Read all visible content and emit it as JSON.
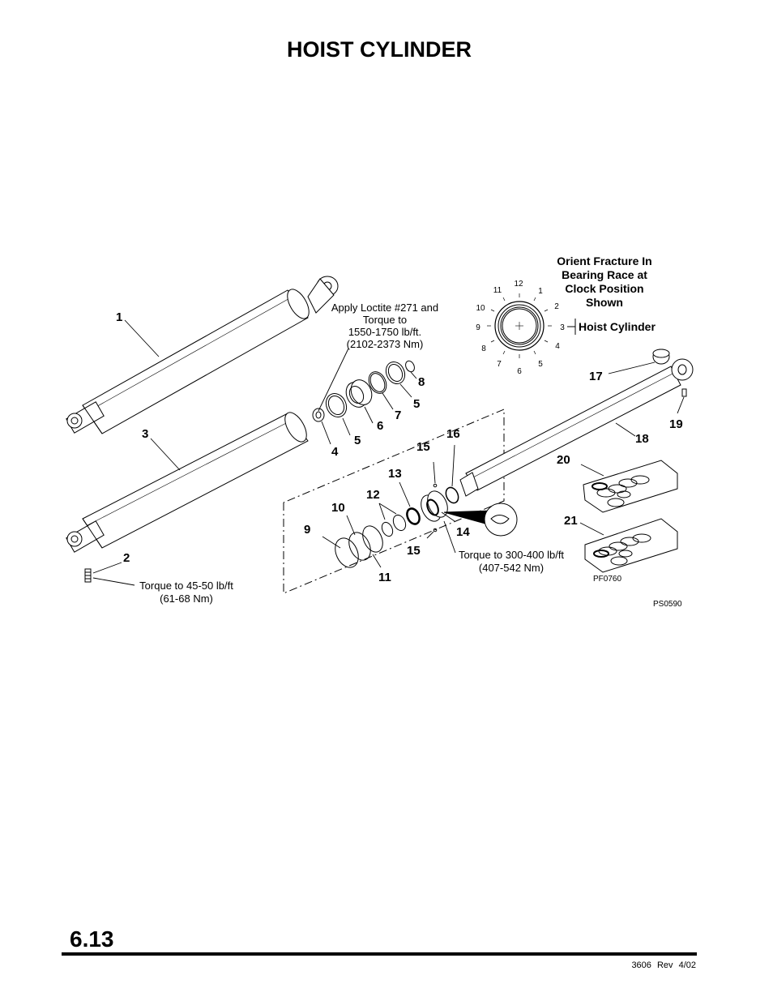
{
  "page": {
    "title": "HOIST CYLINDER",
    "section": "6.13",
    "footer_code": "3606   Rev   4/02"
  },
  "callouts": {
    "c1": "1",
    "c2": "2",
    "c3": "3",
    "c4": "4",
    "c5a": "5",
    "c5b": "5",
    "c6": "6",
    "c7": "7",
    "c8": "8",
    "c9": "9",
    "c10": "10",
    "c11": "11",
    "c12": "12",
    "c13": "13",
    "c14": "14",
    "c15a": "15",
    "c15b": "15",
    "c16": "16",
    "c17": "17",
    "c18": "18",
    "c19": "19",
    "c20": "20",
    "c21": "21"
  },
  "notes": {
    "loctite": [
      "Apply Loctite #271 and",
      "Torque to",
      "1550-1750 lb/ft.",
      "(2102-2373 Nm)"
    ],
    "torque_fitting": [
      "Torque to 45-50 lb/ft",
      "(61-68 Nm)"
    ],
    "torque_piston": [
      "Torque to 300-400 lb/ft",
      "(407-542 Nm)"
    ],
    "orient": [
      "Orient Fracture In",
      "Bearing Race at",
      "Clock Position",
      "Shown"
    ],
    "hoist_label": "Hoist Cylinder"
  },
  "clock_numbers": [
    "12",
    "1",
    "2",
    "3",
    "4",
    "5",
    "6",
    "7",
    "8",
    "9",
    "10",
    "11"
  ],
  "figure_codes": {
    "seal_kit": "PF0760",
    "illustration": "PS0590"
  }
}
